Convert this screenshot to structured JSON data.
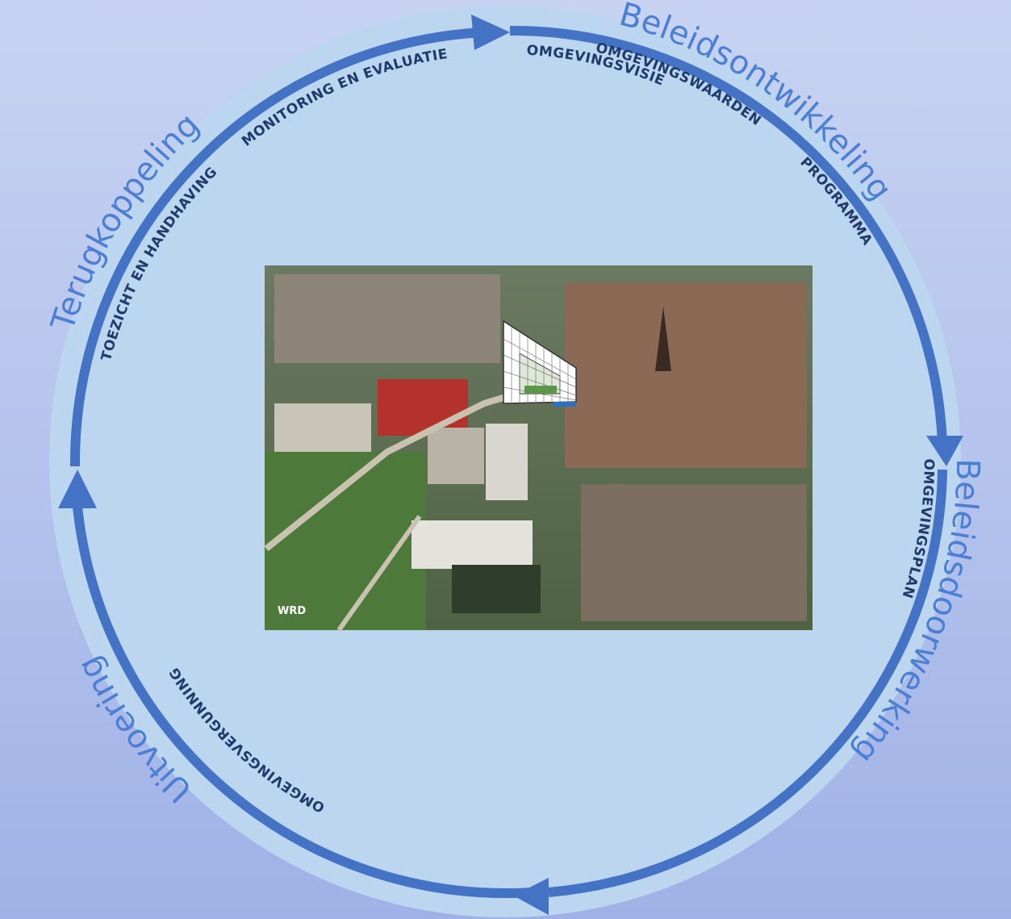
{
  "phases": {
    "beleidsontwikkeling": "Beleidsontwikkeling",
    "beleidsdoorwerking": "Beleidsdoorwerking",
    "uitvoering": "Uitvoering",
    "terugkoppeling": "Terugkoppeling"
  },
  "steps": {
    "omgevingsvisie": "OMGEVINGSVISIE",
    "omgevingswaarden": "OMGEVINGSWAARDEN",
    "programma": "PROGRAMMA",
    "omgevingsplan": "OMGEVINGSPLAN",
    "omgevingsvergunning": "OMGEVINGSVERGUNNING",
    "toezicht": "TOEZICHT EN HANDHAVING",
    "monitoring": "MONITORING EN EVALUATIE"
  },
  "photo": {
    "watermark": "WRD"
  },
  "colors": {
    "disc": "#bcd6ef",
    "arrow": "#4472c4",
    "phase_text": "#4b7fd3",
    "step_text": "#1f3a6b"
  }
}
